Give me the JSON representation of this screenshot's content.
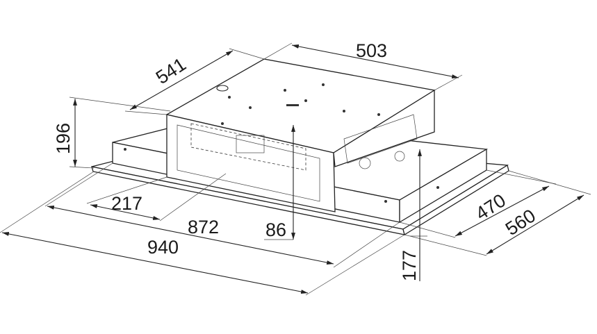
{
  "title": "Ceiling hood dimension drawing",
  "units": "mm",
  "dimensions": {
    "top_width": "503",
    "top_depth": "541",
    "box_height": "196",
    "outlet_offset": "217",
    "body_width": "872",
    "outlet_height": "86",
    "panel_width": "940",
    "total_height": "177",
    "body_depth": "470",
    "panel_depth": "560"
  },
  "colors": {
    "line": "#222222",
    "background": "#ffffff"
  }
}
